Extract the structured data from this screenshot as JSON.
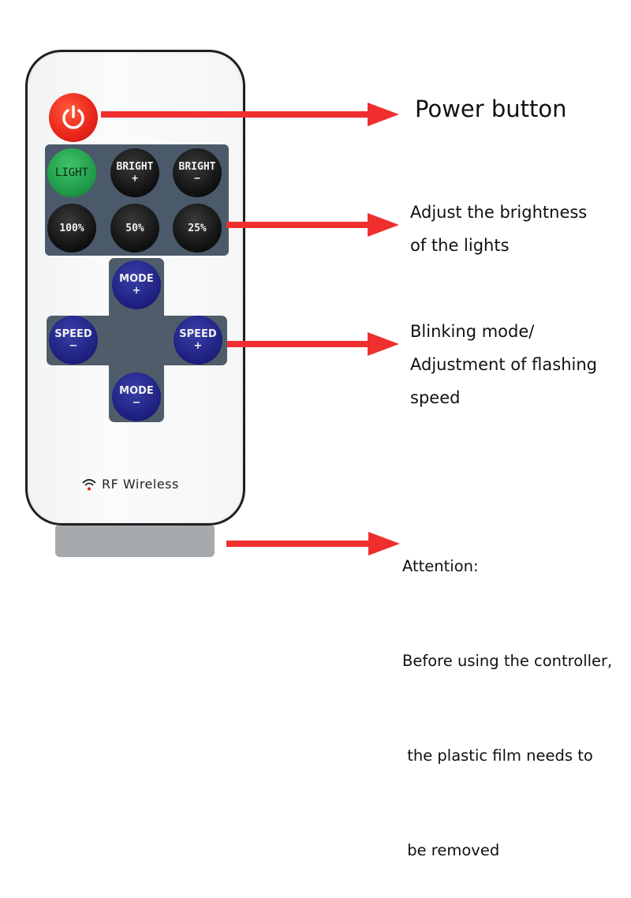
{
  "remote": {
    "power_button": {
      "label": "",
      "icon": "power-icon",
      "color": "#e8241b"
    },
    "top_panel": {
      "rows": [
        [
          {
            "line1": "LIGHT",
            "line2": "",
            "color": "green"
          },
          {
            "line1": "BRIGHT",
            "line2": "+",
            "color": "black"
          },
          {
            "line1": "BRIGHT",
            "line2": "−",
            "color": "black"
          }
        ],
        [
          {
            "line1": "100%",
            "line2": "",
            "color": "black"
          },
          {
            "line1": "50%",
            "line2": "",
            "color": "black"
          },
          {
            "line1": "25%",
            "line2": "",
            "color": "black"
          }
        ]
      ]
    },
    "dpad": {
      "mode_plus": {
        "line1": "MODE",
        "line2": "+"
      },
      "speed_minus": {
        "line1": "SPEED",
        "line2": "−"
      },
      "speed_plus": {
        "line1": "SPEED",
        "line2": "+"
      },
      "mode_minus": {
        "line1": "MODE",
        "line2": "−"
      }
    },
    "brand": {
      "icon": "wifi-signal-icon",
      "text": "RF Wireless"
    }
  },
  "annotations": {
    "power": {
      "text": "Power button"
    },
    "brightness": {
      "lines": [
        "Adjust the brightness",
        "of the lights"
      ]
    },
    "mode": {
      "lines": [
        "Blinking mode/",
        "Adjustment of flashing",
        "speed"
      ]
    },
    "attention": {
      "lines": [
        "Attention:",
        "Before using the controller,",
        " the plastic film needs to",
        " be removed"
      ]
    }
  },
  "colors": {
    "arrow": "#ef2e2e",
    "panel": "#4a5a6a",
    "blue_button": "#1f2180",
    "green_button": "#1f9a48"
  }
}
